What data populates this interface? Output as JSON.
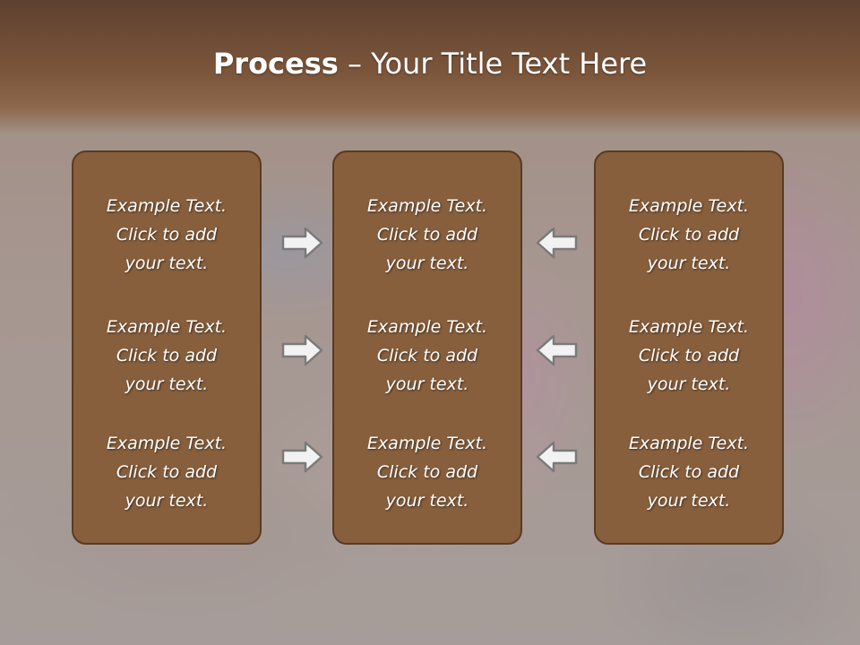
{
  "title": {
    "bold": "Process",
    "rest": " – Your Title Text Here"
  },
  "columns": [
    {
      "items": [
        {
          "line1": "Example Text.",
          "line2": "Click  to add",
          "line3": "your text."
        },
        {
          "line1": "Example Text.",
          "line2": "Click  to add",
          "line3": "your text."
        },
        {
          "line1": "Example Text.",
          "line2": "Click  to add",
          "line3": "your text."
        }
      ]
    },
    {
      "items": [
        {
          "line1": "Example Text.",
          "line2": "Click  to add",
          "line3": "your text."
        },
        {
          "line1": "Example Text.",
          "line2": "Click  to add",
          "line3": "your text."
        },
        {
          "line1": "Example Text.",
          "line2": "Click  to add",
          "line3": "your text."
        }
      ]
    },
    {
      "items": [
        {
          "line1": "Example Text.",
          "line2": "Click  to add",
          "line3": "your text."
        },
        {
          "line1": "Example Text.",
          "line2": "Click  to add",
          "line3": "your text."
        },
        {
          "line1": "Example Text.",
          "line2": "Click  to add",
          "line3": "your text."
        }
      ]
    }
  ],
  "arrows": {
    "left": [
      "arrow-right-icon",
      "arrow-right-icon",
      "arrow-right-icon"
    ],
    "right": [
      "arrow-left-icon",
      "arrow-left-icon",
      "arrow-left-icon"
    ]
  },
  "colors": {
    "panel": "#875f3d",
    "panel_border": "#5a3a22",
    "title_bar": "#6e4a33",
    "arrow_fill": "#f2f2f2",
    "arrow_stroke": "#7a7a7a"
  }
}
